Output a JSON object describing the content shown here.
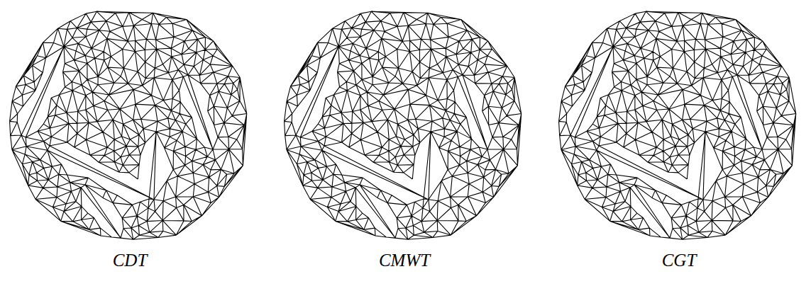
{
  "diagram": {
    "labels": [
      "CDT",
      "CMWT",
      "CGT"
    ]
  }
}
